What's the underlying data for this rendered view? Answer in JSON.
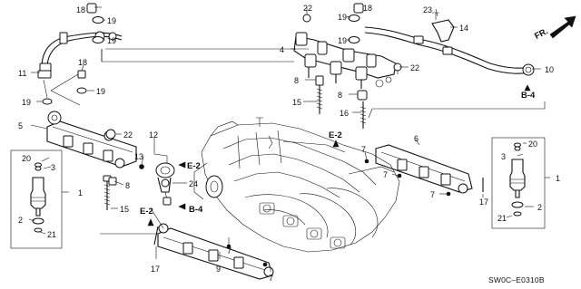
{
  "diagram_code": "SW0C–E0310B",
  "direction_label": "FR.",
  "callouts": [
    "1",
    "2",
    "3",
    "4",
    "5",
    "6",
    "7",
    "8",
    "9",
    "10",
    "11",
    "12",
    "13",
    "14",
    "15",
    "16",
    "17",
    "18",
    "19",
    "20",
    "21",
    "22",
    "23",
    "24"
  ],
  "cross_refs": [
    "E-2",
    "B-4"
  ],
  "icons": [
    "front-direction-arrow-icon"
  ]
}
